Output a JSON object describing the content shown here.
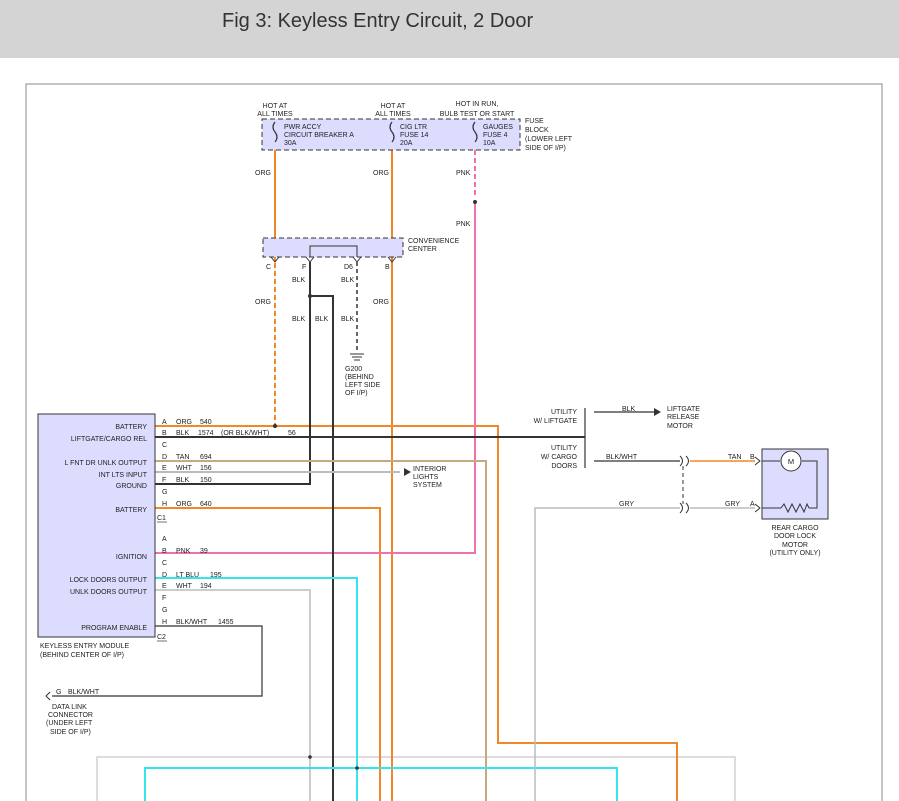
{
  "title": "Fig 3: Keyless Entry Circuit, 2 Door",
  "colors": {
    "orange": "#f0882a",
    "pink": "#f070b0",
    "cyan": "#35e5ee",
    "tan": "#c2ab7e",
    "black": "#333333",
    "gray": "#bbbbbb",
    "component_fill": "#dcdcff"
  },
  "fuse_block": {
    "hot_labels": [
      {
        "line1": "HOT AT",
        "line2": "ALL TIMES",
        "line3": ""
      },
      {
        "line1": "HOT AT",
        "line2": "ALL TIMES",
        "line3": ""
      },
      {
        "line1": "HOT IN RUN,",
        "line2": "BULB TEST OR START",
        "line3": ""
      }
    ],
    "fuses": [
      {
        "line1": "PWR ACCY",
        "line2": "CIRCUIT BREAKER A",
        "line3": "30A"
      },
      {
        "line1": "CIG LTR",
        "line2": "FUSE 14",
        "line3": "20A"
      },
      {
        "line1": "GAUGES",
        "line2": "FUSE 4",
        "line3": "10A"
      }
    ],
    "label": [
      "FUSE",
      "BLOCK",
      "(LOWER LEFT",
      "SIDE OF I/P)"
    ]
  },
  "wires_top": {
    "org1": "ORG",
    "org2": "ORG",
    "pnk1": "PNK",
    "pnk2": "PNK"
  },
  "convenience_center": {
    "label": [
      "CONVENIENCE",
      "CENTER"
    ],
    "pins": [
      "C",
      "F",
      "D6",
      "B"
    ],
    "wires": {
      "blk_f": "BLK",
      "blk_d6": "BLK",
      "org_c": "ORG",
      "org_b": "ORG",
      "blk_a": "BLK",
      "blk_b": "BLK",
      "blk_c": "BLK"
    }
  },
  "ground": {
    "label": [
      "G200",
      "(BEHIND",
      "LEFT SIDE",
      "OF I/P)"
    ]
  },
  "module": {
    "name": [
      "KEYLESS ENTRY MODULE",
      "(BEHIND CENTER OF I/P)"
    ],
    "c1_label": "C1",
    "c2_label": "C2",
    "functions_c1": [
      "BATTERY",
      "LIFTGATE/CARGO REL",
      "L FNT DR UNLK OUTPUT",
      "INT LTS INPUT",
      "GROUND",
      "BATTERY"
    ],
    "functions_c2": [
      "IGNITION",
      "LOCK DOORS OUTPUT",
      "UNLK DOORS OUTPUT",
      "PROGRAM ENABLE"
    ],
    "c1_pins": [
      {
        "pin": "A",
        "color": "ORG",
        "circuit": "540"
      },
      {
        "pin": "B",
        "color": "BLK",
        "circuit": "1574"
      },
      {
        "pin": "C",
        "color": "",
        "circuit": ""
      },
      {
        "pin": "D",
        "color": "TAN",
        "circuit": "694"
      },
      {
        "pin": "E",
        "color": "WHT",
        "circuit": "156"
      },
      {
        "pin": "F",
        "color": "BLK",
        "circuit": "150"
      },
      {
        "pin": "G",
        "color": "",
        "circuit": ""
      },
      {
        "pin": "H",
        "color": "ORG",
        "circuit": "640"
      }
    ],
    "c2_pins": [
      {
        "pin": "A",
        "color": "",
        "circuit": ""
      },
      {
        "pin": "B",
        "color": "PNK",
        "circuit": "39"
      },
      {
        "pin": "C",
        "color": "",
        "circuit": ""
      },
      {
        "pin": "D",
        "color": "LT BLU",
        "circuit": "195"
      },
      {
        "pin": "E",
        "color": "WHT",
        "circuit": "194"
      },
      {
        "pin": "F",
        "color": "",
        "circuit": ""
      },
      {
        "pin": "G",
        "color": "",
        "circuit": ""
      },
      {
        "pin": "H",
        "color": "BLK/WHT",
        "circuit": "1455"
      }
    ],
    "b_note": "(OR BLK/WHT)",
    "b_num": "56"
  },
  "interior_lights": [
    "INTERIOR",
    "LIGHTS",
    "SYSTEM"
  ],
  "utility": {
    "liftgate": [
      "UTILITY",
      "W/ LIFTGATE"
    ],
    "cargo": [
      "UTILITY",
      "W/ CARGO",
      "DOORS"
    ],
    "liftgate_wire": "BLK",
    "liftgate_motor": [
      "LIFTGATE",
      "RELEASE",
      "MOTOR"
    ],
    "blkwht": "BLK/WHT",
    "gry": "GRY"
  },
  "rear_motor": {
    "tan": "TAN",
    "pin_b": "B",
    "gry": "GRY",
    "pin_a": "A",
    "motor_symbol": "M",
    "label": [
      "REAR CARGO",
      "DOOR LOCK",
      "MOTOR",
      "(UTILITY ONLY)"
    ]
  },
  "data_link": {
    "pin": "G",
    "wire": "BLK/WHT",
    "label": [
      "DATA LINK",
      "CONNECTOR",
      "(UNDER LEFT",
      "SIDE OF I/P)"
    ]
  }
}
